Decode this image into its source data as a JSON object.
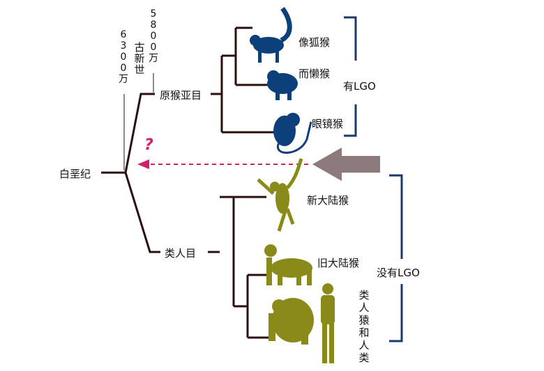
{
  "root": "白垩纪",
  "time_63": "6300万",
  "time_58": "5800万",
  "epoch": "古新世",
  "prosimians": {
    "label": "原猴亚目",
    "taxa": [
      "像狐猴",
      "而懒猴",
      "眼镜猴"
    ],
    "bracket_label": "有LGO"
  },
  "anthropoids": {
    "label": "类人目",
    "taxa": [
      "新大陆猴",
      "旧大陆猴",
      "类人猿和人类"
    ],
    "bracket_label": "没有LGO"
  },
  "question_mark": "?",
  "colors": {
    "tree": "#2a0f0f",
    "prosimian": "#0d3f7a",
    "anthropoid": "#8a8a1a",
    "bracket": "#1a3a6a",
    "dashed": "#d0206a",
    "arrow": "#8c7a7c"
  }
}
